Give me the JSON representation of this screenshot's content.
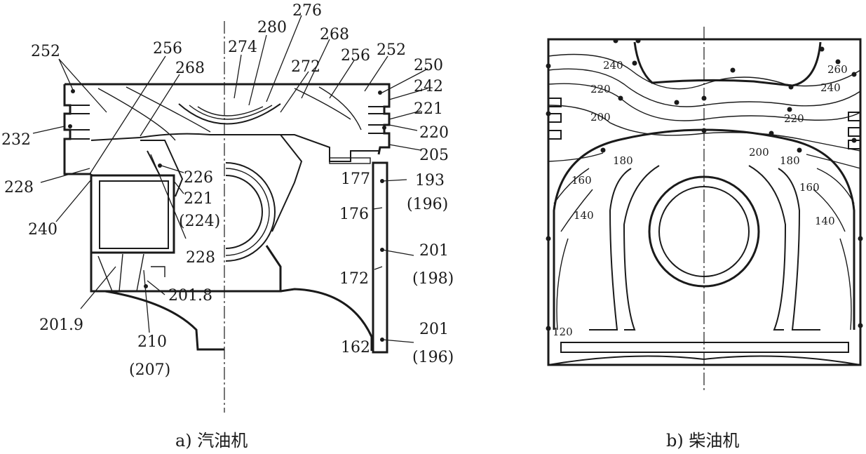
{
  "figure_a": {
    "caption": "a) 汽油机",
    "labels": {
      "l276": "276",
      "l280": "280",
      "l274": "274",
      "l268t": "268",
      "l252l": "252",
      "l256l": "256",
      "l268l": "268",
      "l272": "272",
      "l256r": "256",
      "l252r": "252",
      "l250": "250",
      "l242": "242",
      "l232": "232",
      "l221r": "221",
      "l220": "220",
      "l205": "205",
      "l228": "228",
      "l226": "226",
      "l221m": "221",
      "l224": "(224)",
      "l177": "177",
      "l193": "193",
      "l196a": "(196)",
      "l240": "240",
      "l176": "176",
      "l228b": "228",
      "l201a": "201",
      "l172": "172",
      "l198": "(198)",
      "l2018": "201.8",
      "l2019": "201.9",
      "l210": "210",
      "l207": "(207)",
      "l201b": "201",
      "l162": "162",
      "l196b": "(196)"
    }
  },
  "figure_b": {
    "caption": "b) 柴油机",
    "isotherms": {
      "i240l": "240",
      "i220l": "220",
      "i200l": "200",
      "i180l": "180",
      "i160l": "160",
      "i140l": "140",
      "i120": "120",
      "i260r": "260",
      "i240r": "240",
      "i220r": "220",
      "i200r": "200",
      "i180r": "180",
      "i160r": "160",
      "i140r": "140"
    }
  }
}
